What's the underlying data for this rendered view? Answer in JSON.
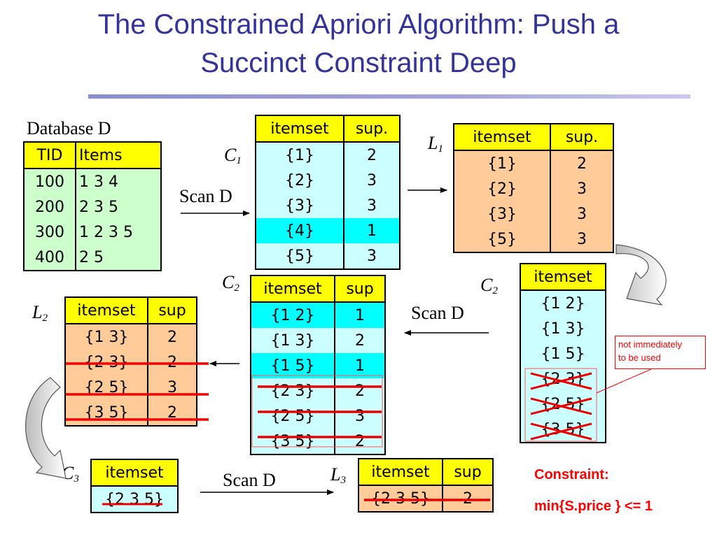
{
  "title_line1": "The Constrained Apriori Algorithm: Push a",
  "title_line2": "Succinct Constraint Deep",
  "labels": {
    "database": "Database D",
    "scan1": "Scan D",
    "scan2": "Scan D",
    "scan3": "Scan D",
    "c_letter": "C",
    "l_letter": "L",
    "c1_sub": "1",
    "l1_sub": "1",
    "c2_sub": "2",
    "l2_sub": "2",
    "c3_sub": "3",
    "l3_sub": "3"
  },
  "database": {
    "headers": [
      "TID",
      "Items"
    ],
    "rows": [
      [
        "100",
        "1 3 4"
      ],
      [
        "200",
        "2 3 5"
      ],
      [
        "300",
        "1 2 3 5"
      ],
      [
        "400",
        "2 5"
      ]
    ]
  },
  "c1": {
    "headers": [
      "itemset",
      "sup."
    ],
    "rows": [
      [
        "{1}",
        "2"
      ],
      [
        "{2}",
        "3"
      ],
      [
        "{3}",
        "3"
      ],
      [
        "{4}",
        "1"
      ],
      [
        "{5}",
        "3"
      ]
    ]
  },
  "l1": {
    "headers": [
      "itemset",
      "sup."
    ],
    "rows": [
      [
        "{1}",
        "2"
      ],
      [
        "{2}",
        "3"
      ],
      [
        "{3}",
        "3"
      ],
      [
        "{5}",
        "3"
      ]
    ]
  },
  "c2_candidates": {
    "headers": [
      "itemset"
    ],
    "rows": [
      [
        "{1 2}"
      ],
      [
        "{1 3}"
      ],
      [
        "{1 5}"
      ],
      [
        "{2 3}"
      ],
      [
        "{2 5}"
      ],
      [
        "{3 5}"
      ]
    ]
  },
  "c2_counted": {
    "headers": [
      "itemset",
      "sup"
    ],
    "rows": [
      [
        "{1 2}",
        "1"
      ],
      [
        "{1 3}",
        "2"
      ],
      [
        "{1 5}",
        "1"
      ],
      [
        "{2 3}",
        "2"
      ],
      [
        "{2 5}",
        "3"
      ],
      [
        "{3 5}",
        "2"
      ]
    ]
  },
  "l2": {
    "headers": [
      "itemset",
      "sup"
    ],
    "rows": [
      [
        "{1 3}",
        "2"
      ],
      [
        "{2 3}",
        "2"
      ],
      [
        "{2 5}",
        "3"
      ],
      [
        "{3 5}",
        "2"
      ]
    ]
  },
  "c3": {
    "headers": [
      "itemset"
    ],
    "rows": [
      [
        "{2 3 5}"
      ]
    ]
  },
  "l3": {
    "headers": [
      "itemset",
      "sup"
    ],
    "rows": [
      [
        "{2 3 5}",
        "2"
      ]
    ]
  },
  "note": {
    "line1": "not immediately",
    "line2": "to be used"
  },
  "constraint": {
    "line1": "Constraint:",
    "line2": "min{S.price } <= 1"
  },
  "colors": {
    "title": "#333399",
    "header": "#ffff00",
    "database_fill": "#ccffcc",
    "candidate_fill": "#ccffff",
    "highlight_fill": "#00ffff",
    "large_fill": "#ffcc99",
    "strike": "#ee0000"
  }
}
